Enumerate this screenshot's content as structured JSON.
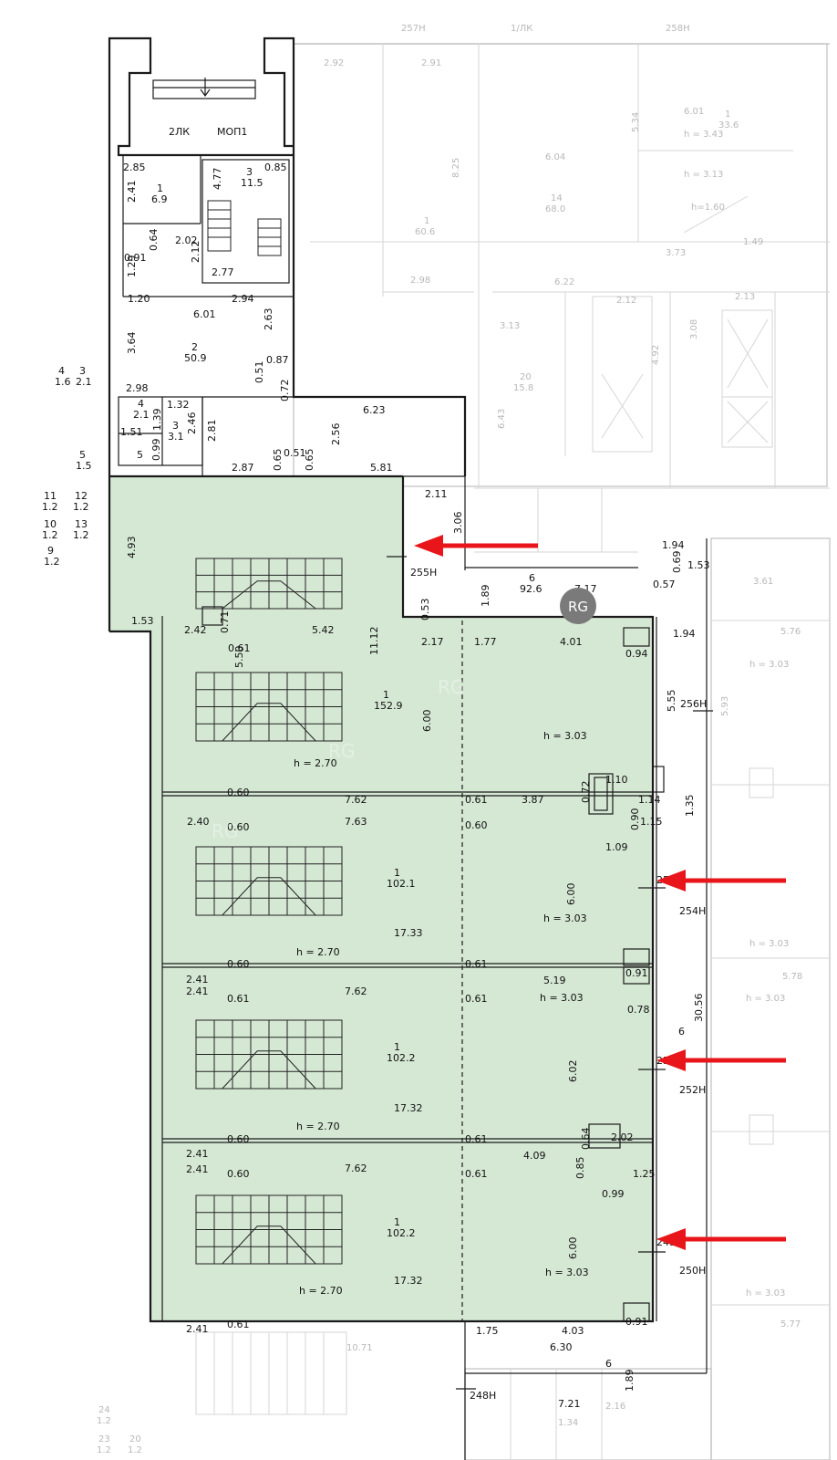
{
  "colors": {
    "highlight_fill": "#d5e8d4",
    "wall": "#1a1a1a",
    "ghost": "#c9c9c9",
    "arrow": "#e8161b",
    "badge": "#7a7a7a"
  },
  "badge": {
    "text": "RG"
  },
  "rooms": {
    "r_2lk": "2ЛК",
    "r_mop": "МОП1",
    "r1_small": "1",
    "r1_small_area": "6.9",
    "r3_small": "3",
    "r3_small_area": "11.5",
    "r2": "2",
    "r2_area": "50.9",
    "r4": "4",
    "r4_area": "2.1",
    "r3b": "3",
    "r3b_area": "3.1",
    "r5": "5",
    "r6": "6",
    "r6_area": "92.6",
    "r_main": "1",
    "r_main_area": "152.9",
    "r_b": "1",
    "r_b_area": "102.1",
    "r_c": "1",
    "r_c_area": "102.2",
    "r_d": "1",
    "r_d_area": "102.2"
  },
  "heights": {
    "h270": "h = 2.70",
    "h303": "h = 3.03",
    "h313": "h = 3.13",
    "h343": "h = 3.43",
    "h160": "h=1.60"
  },
  "axes": {
    "a255": "255Н",
    "a256": "256Н",
    "a253": "253Н",
    "a254": "254Н",
    "a251": "251Н",
    "a252": "252Н",
    "a249": "249Н",
    "a250": "250Н",
    "a248": "248Н",
    "a257": "257Н",
    "a258": "258Н",
    "a1lk": "1/ЛК"
  },
  "dims": {
    "d285": "2.85",
    "d085": "0.85",
    "d477": "4.77",
    "d241": "2.41",
    "d064": "0.64",
    "d202": "2.02",
    "d091": "0.91",
    "d212": "2.12",
    "d277": "2.77",
    "d129": "1.29",
    "d120": "1.20",
    "d294": "2.94",
    "d601": "6.01",
    "d364": "3.64",
    "d263": "2.63",
    "d087": "0.87",
    "d051": "0.51",
    "d072": "0.72",
    "d298": "2.98",
    "d132": "1.32",
    "d139": "1.39",
    "d246": "2.46",
    "d151": "1.51",
    "d099": "0.99",
    "d281": "2.81",
    "d623": "6.23",
    "d256": "2.56",
    "d287": "2.87",
    "d065a": "0.65",
    "d051b": "0.51",
    "d065b": "0.65",
    "d581": "5.81",
    "d211": "2.11",
    "d306": "3.06",
    "d493": "4.93",
    "d153": "1.53",
    "d242": "2.42",
    "d071": "0.71",
    "d061": "0.61",
    "d542": "5.42",
    "d550": "5.50",
    "d1112": "11.12",
    "d053": "0.53",
    "d217": "2.17",
    "d177": "1.77",
    "d401": "4.01",
    "d094": "0.94",
    "d189": "1.89",
    "d717": "7.17",
    "d194": "1.94",
    "d069": "0.69",
    "d153b": "1.53",
    "d057": "0.57",
    "d194b": "1.94",
    "d555": "5.55",
    "d600": "6.00",
    "d060": "0.60",
    "d762": "7.62",
    "d061b": "0.61",
    "d387": "3.87",
    "d110": "1.10",
    "d072b": "0.72",
    "d114": "1.14",
    "d135": "1.35",
    "d240": "2.40",
    "d060b": "0.60",
    "d763": "7.63",
    "d060c": "0.60",
    "d090": "0.90",
    "d115": "1.15",
    "d109": "1.09",
    "d600b": "6.00",
    "d1733": "17.33",
    "d241b": "2.41",
    "d060d": "0.60",
    "d061c": "0.61",
    "d519": "5.19",
    "d091b": "0.91",
    "d3056": "30.56",
    "d241c": "2.41",
    "d061d": "0.61",
    "d762b": "7.62",
    "d061e": "0.61",
    "d078": "0.78",
    "d6": "6",
    "d602": "6.02",
    "d1732": "17.32",
    "d241d": "2.41",
    "d060e": "0.60",
    "d061f": "0.61",
    "d409": "4.09",
    "d064b": "0.64",
    "d202b": "2.02",
    "d241e": "2.41",
    "d060f": "0.60",
    "d762c": "7.62",
    "d061g": "0.61",
    "d085b": "0.85",
    "d125": "1.25",
    "d099b": "0.99",
    "d600c": "6.00",
    "d1732b": "17.32",
    "d241f": "2.41",
    "d061h": "0.61",
    "d175": "1.75",
    "d403": "4.03",
    "d091c": "0.91",
    "d630": "6.30",
    "d6b": "6",
    "d189b": "1.89",
    "d721": "7.21",
    "d1071": "10.71"
  },
  "side_labels": {
    "s4": "4",
    "s4a": "1.6",
    "s3": "3",
    "s3a": "2.1",
    "s5": "5",
    "s5a": "1.5",
    "s11": "11",
    "s11a": "1.2",
    "s12": "12",
    "s12a": "1.2",
    "s10": "10",
    "s10a": "1.2",
    "s13": "13",
    "s13a": "1.2",
    "s9": "9",
    "s9a": "1.2",
    "s24": "24",
    "s24a": "1.2",
    "s23": "23",
    "s23a": "1.2",
    "s20": "20",
    "s20a": "1.2"
  },
  "ghost_labels": {
    "g1": "2.92",
    "g2": "2.91",
    "g3": "6.04",
    "g4": "14",
    "g4a": "68.0",
    "g5": "1",
    "g5a": "60.6",
    "g6": "6.01",
    "g7": "1",
    "g7a": "33.6",
    "g8": "5.34",
    "g9": "8.25",
    "g10": "6.22",
    "g11": "3.73",
    "g12": "1.49",
    "g13": "2.98",
    "g14": "3.13",
    "g15": "2.12",
    "g16": "20",
    "g16a": "15.8",
    "g17": "6.43",
    "g18": "4.92",
    "g19": "3.08",
    "g20": "2.13",
    "g21": "5.76",
    "g22": "5.93",
    "g23": "3.61",
    "g24": "h = 3.03",
    "g25": "h = 3.03",
    "g26": "h = 3.03",
    "g27": "5.78",
    "g28": "h = 3.03",
    "g29": "5.77",
    "g30": "2.16",
    "g31": "1.34"
  },
  "watermark": "RG"
}
